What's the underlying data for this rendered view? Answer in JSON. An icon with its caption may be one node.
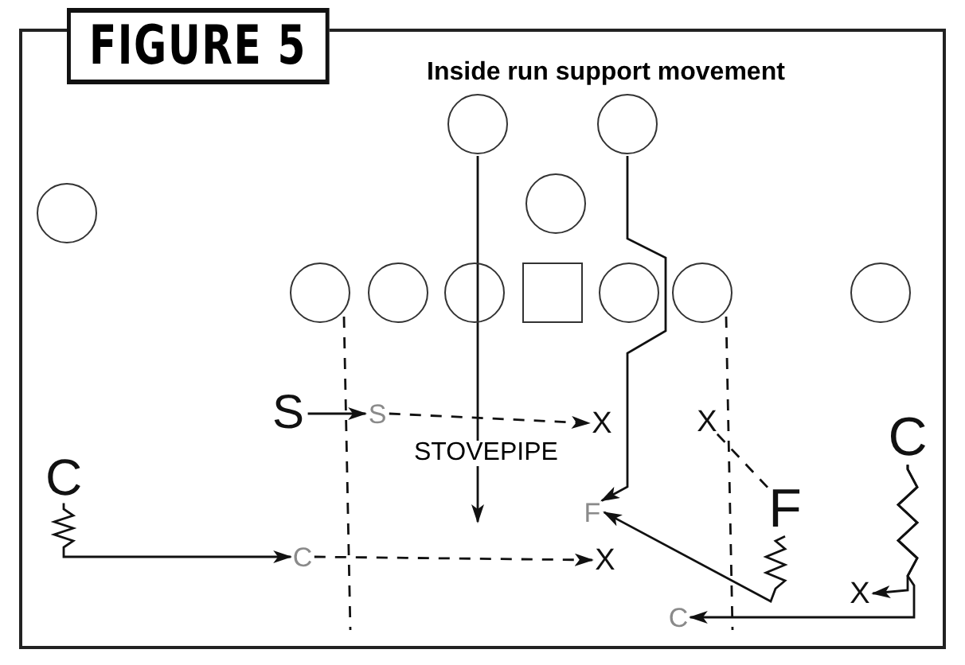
{
  "diagram": {
    "title": "FIGURE 5",
    "nodes": [
      {
        "text": [],
        "shape": "circle"
      },
      {
        "text": [],
        "shape": "circle"
      },
      {
        "text": [],
        "shape": "circle"
      },
      {
        "text": [],
        "shape": "circle"
      },
      {
        "text": [],
        "shape": "circle"
      },
      {
        "text": [],
        "shape": "circle"
      },
      {
        "text": [],
        "shape": "circle"
      },
      {
        "text": [],
        "shape": "box"
      },
      {
        "text": [],
        "shape": "circle"
      },
      {
        "text": [],
        "shape": "circle"
      },
      {
        "text": [],
        "shape": "circle"
      },
      {
        "text": [
          "S"
        ]
      },
      {
        "text": [
          "S"
        ]
      },
      {
        "text": [
          "X"
        ]
      },
      {
        "text": [
          "X"
        ]
      },
      {
        "text": [
          "C"
        ]
      },
      {
        "text": [
          "C"
        ]
      },
      {
        "text": [
          "F"
        ]
      },
      {
        "text": [
          "F"
        ]
      },
      {
        "text": [
          "C"
        ]
      },
      {
        "text": [
          "X"
        ]
      },
      {
        "text": [
          "X"
        ]
      },
      {
        "text": [
          "C"
        ]
      }
    ],
    "edges": [
      {
        "from": 11,
        "to": 12,
        "arrow": "to"
      },
      {
        "from": 12,
        "to": 13,
        "arrow": "to",
        "style": "dashed"
      },
      {
        "from": 16,
        "to": 19,
        "arrow": "to"
      },
      {
        "from": 19,
        "to": 20,
        "arrow": "to",
        "style": "dashed"
      },
      {
        "from": 17,
        "to": 14,
        "arrow": "none",
        "style": "dashed"
      },
      {
        "from": 17,
        "to": 18,
        "arrow": "to"
      },
      {
        "from": 15,
        "to": 21,
        "arrow": "to"
      },
      {
        "from": 15,
        "to": 22,
        "arrow": "to"
      },
      {
        "from": 1,
        "to": null,
        "arrow": "to"
      },
      {
        "from": 2,
        "to": 18,
        "arrow": "to"
      },
      {
        "from": 4,
        "to": null,
        "arrow": "none",
        "style": "dashed"
      },
      {
        "from": 9,
        "to": null,
        "arrow": "none",
        "style": "dashed"
      }
    ],
    "labels": [
      "Inside run support movement",
      "STOVEPIPE"
    ]
  }
}
